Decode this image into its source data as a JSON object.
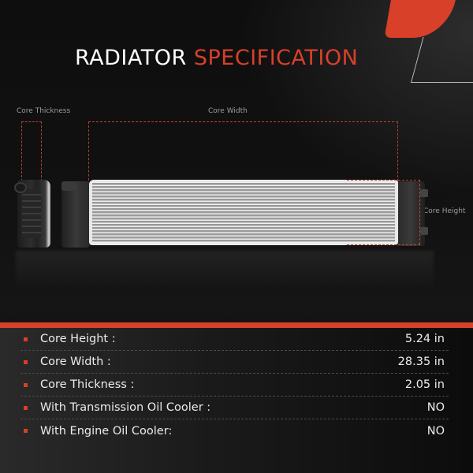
{
  "title": {
    "part1": "RADIATOR",
    "part2": "SPECIFICATION"
  },
  "colors": {
    "accent": "#d8402a",
    "background": "#0e0e0e",
    "text": "#ececec",
    "label_gray": "#9c9c9c"
  },
  "diagram": {
    "labels": {
      "core_thickness": "Core Thickness",
      "core_width": "Core Width",
      "core_height": "Core Height"
    },
    "image_alt": "radiator-product-image"
  },
  "specs": [
    {
      "label": "Core Height :",
      "value": "5.24 in"
    },
    {
      "label": "Core Width :",
      "value": "28.35 in"
    },
    {
      "label": "Core Thickness :",
      "value": "2.05 in"
    },
    {
      "label": "With Transmission Oil Cooler :",
      "value": "NO"
    },
    {
      "label": "With Engine Oil Cooler:",
      "value": "NO"
    }
  ]
}
